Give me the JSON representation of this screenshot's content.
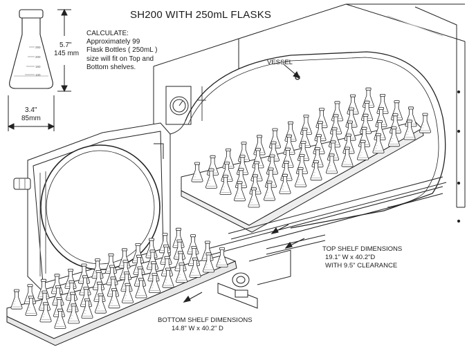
{
  "title": "SH200 WITH 250mL  FLASKS",
  "calculate": {
    "heading": "CALCULATE:",
    "lines": [
      "Approximately  99",
      "Flask Bottles ( 250mL )",
      "size will fit on Top and",
      "Bottom shelves."
    ]
  },
  "flask_height": {
    "inches": "5.7\"",
    "mm": "145 mm"
  },
  "flask_width": {
    "inches": "3.4\"",
    "mm": "85mm"
  },
  "vessel_label": "VESSEL",
  "top_shelf": {
    "heading": "TOP SHELF DIMENSIONS",
    "size": "19.1\" W x 40.2\"D",
    "clearance": "WITH 9.5\" CLEARANCE"
  },
  "bottom_shelf": {
    "heading": "BOTTOM SHELF DIMENSIONS",
    "size": "14.8\" W x 40.2\" D"
  },
  "flask_scale_marks": [
    "250",
    "200",
    "150",
    "100"
  ]
}
